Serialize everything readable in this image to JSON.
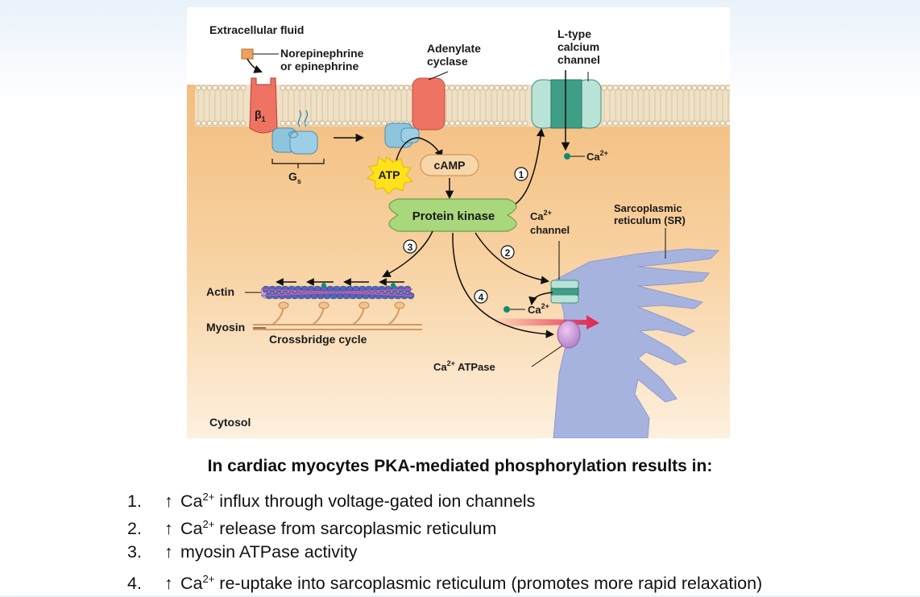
{
  "diagram": {
    "labels": {
      "extracellular_fluid": "Extracellular fluid",
      "norepinephrine_line1": "Norepinephrine",
      "norepinephrine_line2": "or epinephrine",
      "adenylate_cyclase_line1": "Adenylate",
      "adenylate_cyclase_line2": "cyclase",
      "ltype_line1": "L-type",
      "ltype_line2": "calcium",
      "ltype_line3": "channel",
      "beta1": "β",
      "beta1_sub": "1",
      "gs": "G",
      "gs_sub": "s",
      "atp": "ATP",
      "camp": "cAMP",
      "protein_kinase": "Protein kinase",
      "ca_channel_ion": "Ca",
      "ca_channel_charge": "2+",
      "ca_channel_word": "channel",
      "sr_line1": "Sarcoplasmic",
      "sr_line2": "reticulum (SR)",
      "ca_top_ion": "Ca",
      "ca_top_charge": "2+",
      "ca_mid_ion": "Ca",
      "ca_mid_charge": "2+",
      "actin": "Actin",
      "myosin": "Myosin",
      "crossbridge": "Crossbridge cycle",
      "atpase_ion": "Ca",
      "atpase_charge": "2+",
      "atpase_word": " ATPase",
      "cytosol": "Cytosol"
    },
    "pathway_steps": [
      "1",
      "2",
      "3",
      "4"
    ],
    "colors": {
      "extracellular": "#ffffff",
      "cytosol": "#f6c98e",
      "membrane": "#ecdcc0",
      "receptor": "#ee7363",
      "g_protein": "#8ec5dd",
      "protein_kinase": "#a9d77b",
      "l_type_channel": "#3f9f86",
      "sarcoplasmic_reticulum": "#a3b0dd",
      "ca_ion": "#0f8c70",
      "atpase_pump": "#c898d8",
      "efflux_arrow": "#e8234a"
    }
  },
  "caption": "In cardiac myocytes PKA-mediated phosphorylation results in:",
  "results": [
    {
      "number": "1.",
      "arrow": "↑",
      "ion": "Ca",
      "charge": "2+",
      "text": " influx through voltage-gated ion channels"
    },
    {
      "number": "2.",
      "arrow": "↑",
      "ion": "Ca",
      "charge": "2+",
      "text": " release from sarcoplasmic reticulum"
    },
    {
      "number": "3.",
      "arrow": "↑",
      "ion": "",
      "charge": "",
      "text": "myosin ATPase activity"
    },
    {
      "number": "4.",
      "arrow": "↑",
      "ion": "Ca",
      "charge": "2+",
      "text": " re-uptake into sarcoplasmic reticulum (promotes more rapid relaxation)"
    }
  ]
}
